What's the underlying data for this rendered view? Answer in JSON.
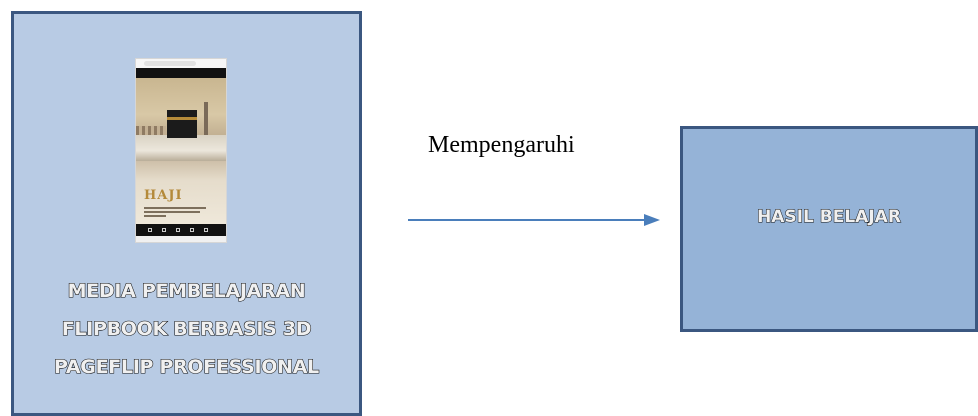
{
  "left_box": {
    "label_lines": [
      "MEDIA PEMBELAJARAN",
      "FLIPBOOK BERBASIS 3D",
      "PAGEFLIP PROFESSIONAL"
    ],
    "phone_cover_title": "HAJI"
  },
  "arrow": {
    "label": "Mempengaruhi"
  },
  "right_box": {
    "label": "HASIL BELAJAR"
  },
  "colors": {
    "left_fill": "#b8cbe4",
    "right_fill": "#95b3d7",
    "border": "#3b5780",
    "arrow": "#4a7ebb"
  }
}
